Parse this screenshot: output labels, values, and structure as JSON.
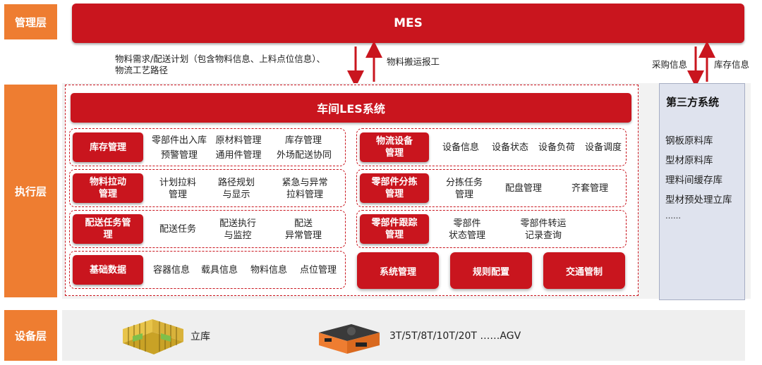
{
  "layers": {
    "management": "管理层",
    "execution": "执行层",
    "equipment": "设备层"
  },
  "mes": "MES",
  "flows": {
    "down_text": "物料需求/配送计划（包含物料信息、上料点位信息）、\n物流工艺路径",
    "up_text": "物料搬运报工",
    "purchase": "采购信息",
    "inventory": "库存信息"
  },
  "les": {
    "title": "车间LES系统",
    "rows_left": [
      {
        "name": "库存管理",
        "items": [
          "零部件出入库",
          "原材料管理",
          "库存管理",
          "预警管理",
          "通用件管理",
          "外场配送协同"
        ]
      },
      {
        "name": "物料拉动\n管理",
        "items": [
          "计划拉料\n管理",
          "路径规划\n与显示",
          "紧急与异常\n拉料管理"
        ]
      },
      {
        "name": "配送任务管\n理",
        "items": [
          "配送任务",
          "配送执行\n与监控",
          "配送\n异常管理"
        ]
      },
      {
        "name": "基础数据",
        "items": [
          "容器信息",
          "载具信息",
          "物料信息",
          "点位管理"
        ]
      }
    ],
    "rows_right": [
      {
        "name": "物流设备\n管理",
        "items": [
          "设备信息",
          "设备状态",
          "设备负荷",
          "设备调度"
        ]
      },
      {
        "name": "零部件分拣\n管理",
        "items": [
          "分拣任务\n管理",
          "配盘管理",
          "齐套管理"
        ]
      },
      {
        "name": "零部件跟踪\n管理",
        "items": [
          "零部件\n状态管理",
          "零部件转运\n记录查询"
        ]
      }
    ],
    "buttons": [
      "系统管理",
      "规则配置",
      "交通管制"
    ]
  },
  "third_party": {
    "title": "第三方系统",
    "items": [
      "钢板原料库",
      "型材原料库",
      "理料间缓存库",
      "型材预处理立库",
      "……"
    ]
  },
  "equipment": {
    "storage_label": "立库",
    "agv_label": "3T/5T/8T/10T/20T  ……AGV",
    "icons": [
      "warehouse-rack-icon",
      "agv-robot-icon"
    ]
  },
  "colors": {
    "red": "#c9151e",
    "orange": "#ee7d31",
    "gray_panel": "#dfe3ee"
  }
}
